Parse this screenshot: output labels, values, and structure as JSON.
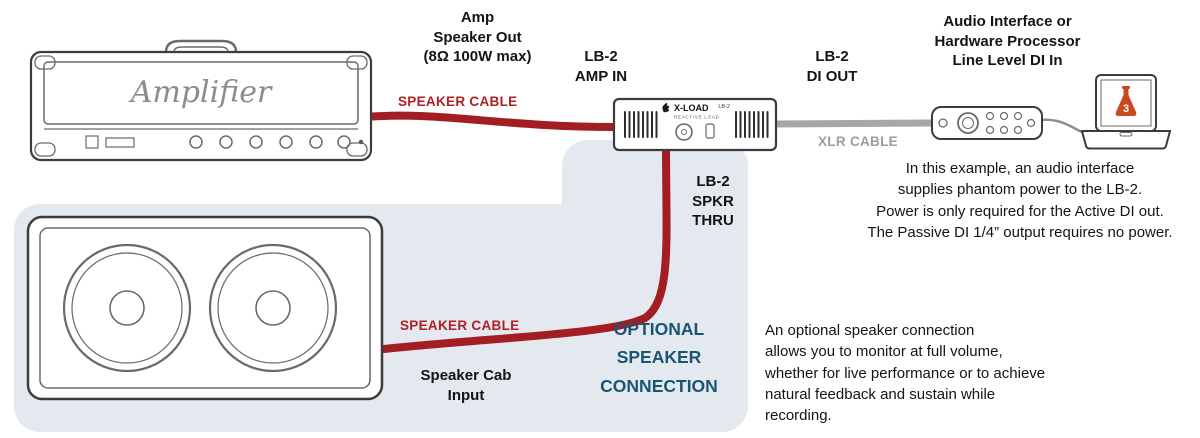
{
  "colors": {
    "cable_red": "#a31e22",
    "label_red": "#b01f24",
    "cable_gray": "#a7a7a7",
    "label_gray": "#9d9d9d",
    "accent_teal": "#1a5674",
    "shade_bg": "#e3e9ee"
  },
  "labels": {
    "amp_speaker_out": "Amp\nSpeaker Out\n(8Ω 100W max)",
    "speaker_cable_top": "SPEAKER CABLE",
    "lb2_amp_in": "LB-2\nAMP IN",
    "lb2_di_out": "LB-2\nDI OUT",
    "audio_interface": "Audio Interface or\nHardware Processor\nLine Level DI In",
    "xlr_cable": "XLR CABLE",
    "lb2_spkr_thru": "LB-2\nSPKR\nTHRU",
    "speaker_cable_bottom": "SPEAKER CABLE",
    "speaker_cab_input": "Speaker Cab\nInput",
    "optional_connection": "OPTIONAL\nSPEAKER\nCONNECTION"
  },
  "notes": {
    "phantom": "In this example, an audio interface\nsupplies phantom power to the LB-2.\nPower is only required for the Active DI out.\nThe Passive DI 1/4” output requires no power.",
    "optional": "An optional speaker connection\nallows you to monitor at full volume,\nwhether for live performance or to achieve\nnatural feedback and sustain while recording."
  },
  "devices": {
    "amp_name": "Amplifier",
    "lb2_brand": "X-LOAD",
    "lb2_sub": "REACTIVE LOAD",
    "lb2_model": "LB-2",
    "laptop_badge": "3"
  }
}
